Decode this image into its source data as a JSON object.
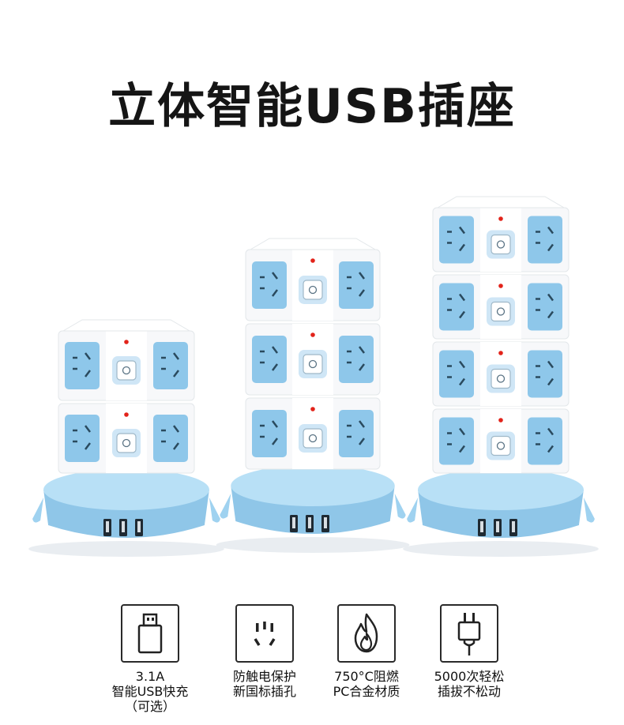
{
  "title": "立体智能USB插座",
  "colors": {
    "socket_blue": "#8ec7ea",
    "base_blue": "#9fd2f0",
    "body_white": "#f7f8fa",
    "indicator_red": "#e2231a"
  },
  "products": [
    {
      "name": "tower-2-layer",
      "layers": 2,
      "usb_ports": 3
    },
    {
      "name": "tower-3-layer",
      "layers": 3,
      "usb_ports": 3
    },
    {
      "name": "tower-4-layer",
      "layers": 4,
      "usb_ports": 3
    }
  ],
  "features": [
    {
      "icon": "usb-plug-icon",
      "lines": [
        "3.1A",
        "智能USB快充",
        "（可选）"
      ]
    },
    {
      "icon": "socket-outlet-icon",
      "lines": [
        "防触电保护",
        "新国标插孔"
      ]
    },
    {
      "icon": "flame-icon",
      "lines": [
        "750°C阻燃",
        "PC合金材质"
      ]
    },
    {
      "icon": "power-plug-icon",
      "lines": [
        "5000次轻松",
        "插拔不松动"
      ]
    }
  ]
}
